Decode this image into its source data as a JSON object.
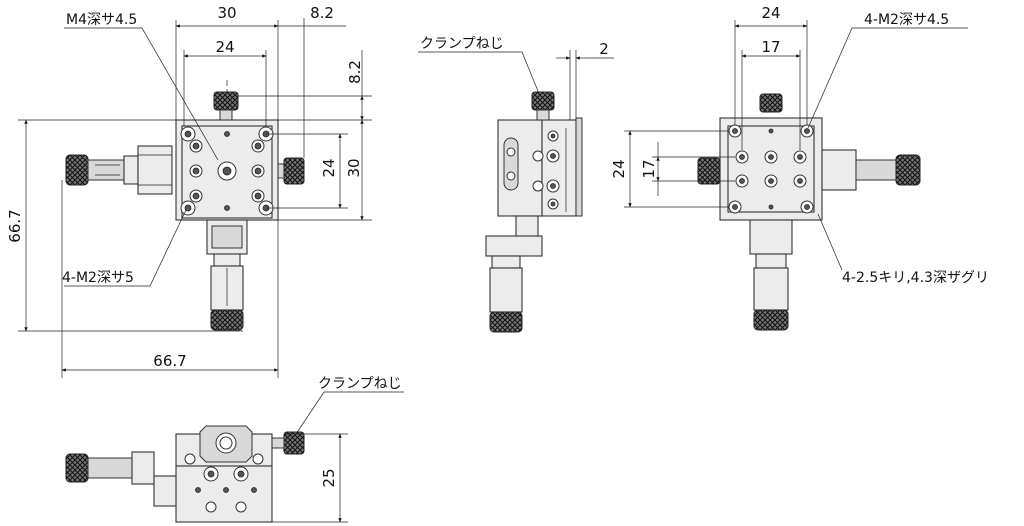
{
  "views": {
    "top": {
      "dims": {
        "outer_w": "30",
        "offset_r": "8.2",
        "inner_w": "24",
        "offset_top": "8.2",
        "inner_h": "24",
        "outer_h": "30",
        "total_h": "66.7",
        "total_w": "66.7"
      },
      "notes": {
        "center_tap": "M4深サ4.5",
        "corner_taps": "4-M2深サ5"
      }
    },
    "side": {
      "dims": {
        "gap": "2"
      },
      "notes": {
        "clamp": "クランプねじ"
      }
    },
    "bottom": {
      "dims": {
        "outer_w": "24",
        "inner_w": "17",
        "outer_h": "24",
        "inner_h": "17"
      },
      "notes": {
        "taps": "4-M2深サ4.5",
        "holes": "4-2.5キリ,4.3深ザグリ"
      }
    },
    "front": {
      "dims": {
        "height": "25"
      },
      "notes": {
        "clamp": "クランプねじ"
      }
    }
  }
}
